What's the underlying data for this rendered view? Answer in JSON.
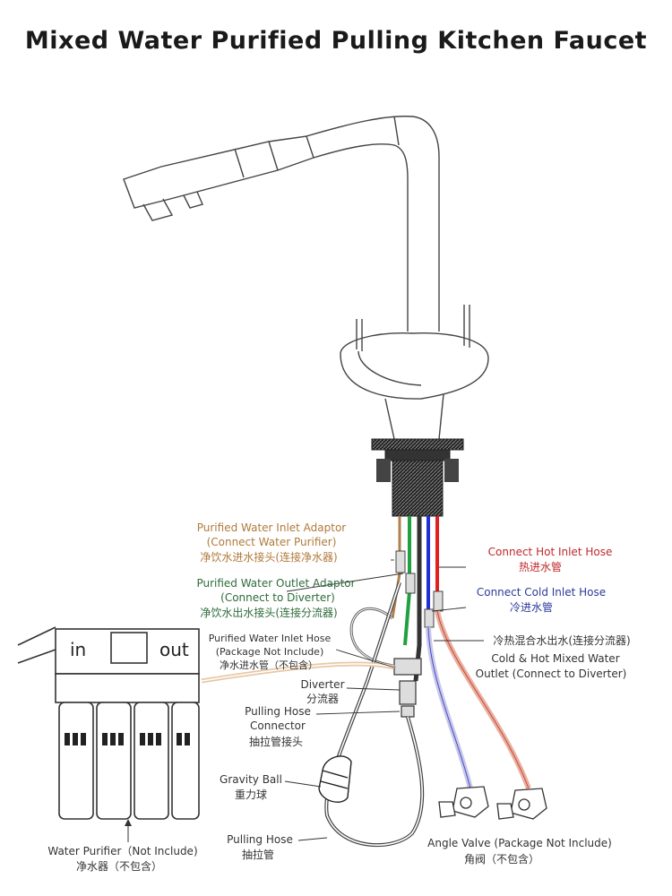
{
  "title": "Mixed Water Purified Pulling Kitchen Faucet",
  "colors": {
    "line": "#333333",
    "orange_label": "#b07a3a",
    "green_label": "#2e6b3a",
    "red_label": "#c0282a",
    "blue_label": "#2a3a9a",
    "hot_hose": "#e02020",
    "cold_hose": "#2030d0",
    "pure_hose": "#20a040",
    "mix_hose": "#cc8866"
  },
  "labels": {
    "purified_inlet_adaptor": {
      "en1": "Purified Water Inlet Adaptor",
      "en2": "(Connect Water Purifier)",
      "cn": "净饮水进水接头(连接净水器)"
    },
    "purified_outlet_adaptor": {
      "en1": "Purified Water Outlet Adaptor",
      "en2": "(Connect to Diverter)",
      "cn": "净饮水出水接头(连接分流器)"
    },
    "purified_inlet_hose": {
      "en1": "Purified Water Inlet Hose",
      "en2": "(Package Not Include)",
      "cn": "净水进水管（不包含）"
    },
    "diverter": {
      "en": "Diverter",
      "cn": "分流器"
    },
    "pulling_hose_connector": {
      "en1": "Pulling Hose",
      "en2": "Connector",
      "cn": "抽拉管接头"
    },
    "gravity_ball": {
      "en": "Gravity Ball",
      "cn": "重力球"
    },
    "pulling_hose": {
      "en": "Pulling Hose",
      "cn": "抽拉管"
    },
    "hot_inlet": {
      "en": "Connect Hot Inlet Hose",
      "cn": "热进水管"
    },
    "cold_inlet": {
      "en": "Connect Cold Inlet Hose",
      "cn": "冷进水管"
    },
    "mixed_outlet": {
      "cn": "冷热混合水出水(连接分流器)",
      "en1": "Cold & Hot Mixed Water",
      "en2": "Outlet (Connect to Diverter)"
    },
    "angle_valve": {
      "en": "Angle Valve (Package Not Include)",
      "cn": "角阀（不包含）"
    },
    "water_purifier": {
      "en": "Water Purifier（Not Include)",
      "cn": "净水器（不包含）"
    },
    "purifier_in": "in",
    "purifier_out": "out"
  }
}
